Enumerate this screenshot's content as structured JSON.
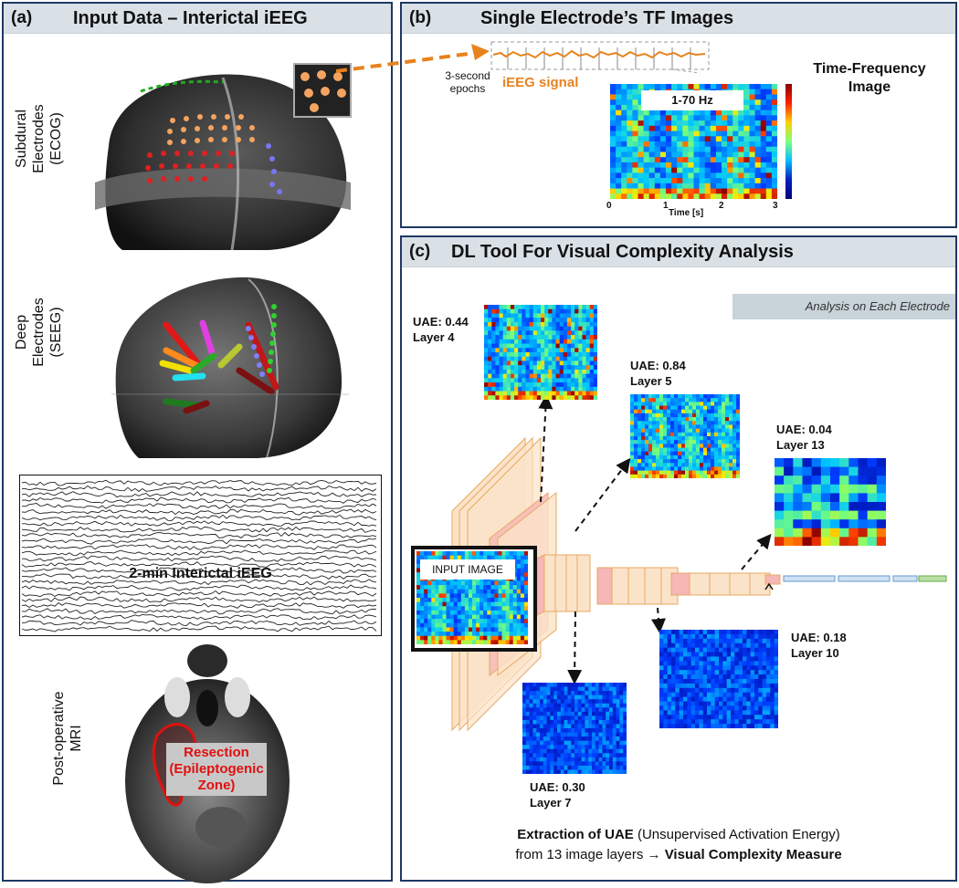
{
  "panel_a": {
    "tag": "(a)",
    "title": "Input Data – Interictal iEEG",
    "label_ecog": [
      "Subdural",
      "Electrodes",
      "(ECOG)"
    ],
    "label_seeg": [
      "Deep",
      "Electrodes",
      "(SEEG)"
    ],
    "label_mri": [
      "Post-operative",
      "MRI"
    ],
    "ieeg_caption": "2-min Interictal iEEG",
    "resection_label": [
      "Resection",
      "(Epileptogenic",
      "Zone)"
    ]
  },
  "panel_b": {
    "tag": "(b)",
    "title": "Single Electrode’s TF Images",
    "epochs_label": [
      "3-second",
      "epochs"
    ],
    "signal_label": "iEEG signal",
    "tf_label": [
      "Time-Frequency",
      "Image"
    ],
    "band_label": "1-70 Hz",
    "time_axis": {
      "label": "Time [s]",
      "ticks": [
        "0",
        "1",
        "2",
        "3"
      ]
    }
  },
  "panel_c": {
    "tag": "(c)",
    "title": "DL Tool For Visual Complexity Analysis",
    "analysis_badge": "Analysis on Each Electrode",
    "input_label": "INPUT IMAGE",
    "layers": [
      {
        "uae": "UAE: 0.44",
        "layer": "Layer 4"
      },
      {
        "uae": "UAE: 0.84",
        "layer": "Layer 5"
      },
      {
        "uae": "UAE: 0.04",
        "layer": "Layer 13"
      },
      {
        "uae": "UAE: 0.18",
        "layer": "Layer 10"
      },
      {
        "uae": "UAE: 0.30",
        "layer": "Layer 7"
      }
    ],
    "footer": {
      "line1_bold": "Extraction of UAE",
      "line1_rest": " (Unsupervised Activation Energy)",
      "line2_pre": "from 13 image layers → ",
      "line2_bold": "Visual Complexity Measure"
    }
  },
  "colors": {
    "border": "#1f3864",
    "header_bg": "#d9e1e7",
    "signal_orange": "#e8821e",
    "resection_red": "#e01010",
    "layer_fill": "#fbe3c9",
    "layer_pink": "#f6b7b7",
    "fc_blue": "#cfe2f3",
    "fc_green": "#b6dfa4"
  }
}
